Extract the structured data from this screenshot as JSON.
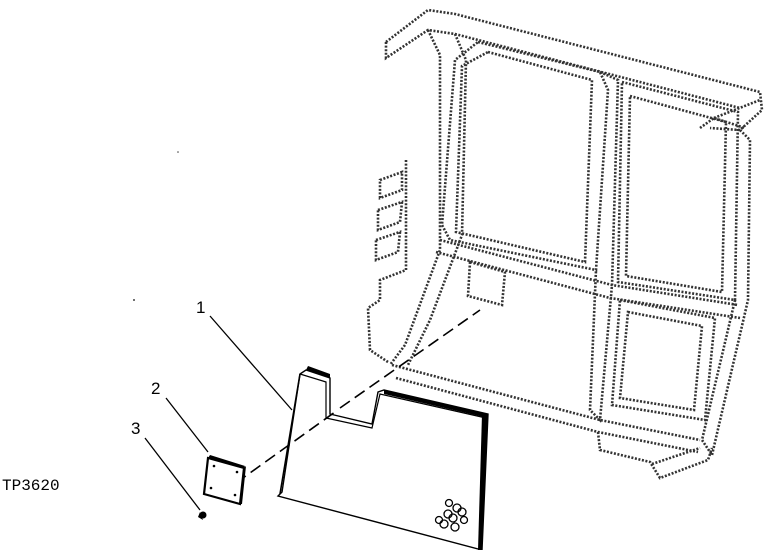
{
  "figure_code": "TP3620",
  "callouts": [
    {
      "number": "1"
    },
    {
      "number": "2"
    },
    {
      "number": "3"
    }
  ]
}
